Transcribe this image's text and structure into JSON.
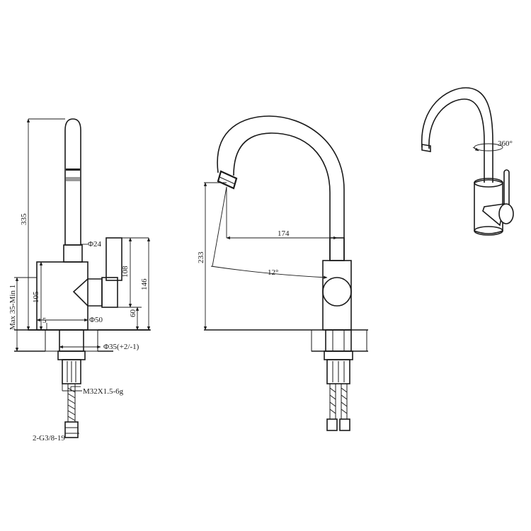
{
  "dimensions": {
    "height_335": "335",
    "dia_24": "Φ24",
    "d_108": "108",
    "d_146": "146",
    "d_105": "105",
    "d_60": "60",
    "dia_50": "Φ50",
    "d_5": "5",
    "max_min": "Max 35-Min 1",
    "dia_35": "Φ35(+2/-1)",
    "thread": "M32X1.5-6g",
    "hose": "2-G3/8-19",
    "d_233": "233",
    "d_174": "174",
    "angle_12": "12°",
    "rotation": "360°"
  },
  "colors": {
    "line": "#1a1a1a",
    "background": "#ffffff"
  }
}
